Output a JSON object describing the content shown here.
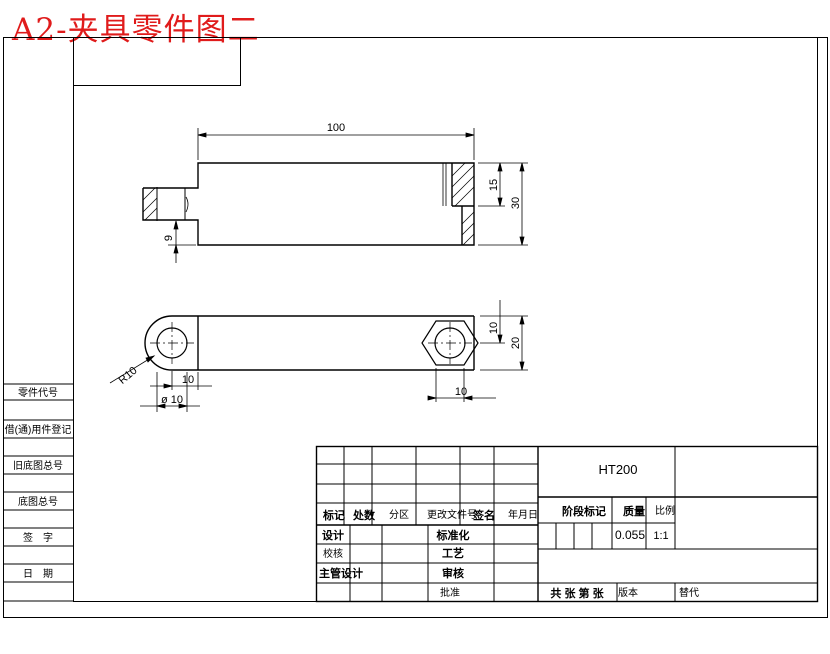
{
  "title": "A2-夹具零件图二",
  "drawing": {
    "dimensions": {
      "length": "100",
      "step_height": "15",
      "total_height": "30",
      "slot_depth": "9",
      "hex_half": "10",
      "width": "20",
      "hex_flat": "10",
      "boss_offset": "10",
      "radius": "R10",
      "hole_dia": "ø 10"
    }
  },
  "side_labels": [
    "零件代号",
    "借(通)用件登记",
    "旧底图总号",
    "底图总号",
    "签　字",
    "日　期"
  ],
  "title_block": {
    "material": "HT200",
    "rev_headers": [
      "标记",
      "处数",
      "分区",
      "更改文件号",
      "签名",
      "年月日"
    ],
    "sign_rows": [
      "设计",
      "标准化",
      "校核",
      "工艺",
      "主管设计",
      "审核",
      "批准"
    ],
    "stage_label": "阶段标记",
    "mass_label": "质量",
    "scale_label": "比例",
    "mass_value": "0.055",
    "scale_value": "1:1",
    "sheet_label": "共 张 第 张",
    "version_label": "版本",
    "replace_label": "替代"
  }
}
